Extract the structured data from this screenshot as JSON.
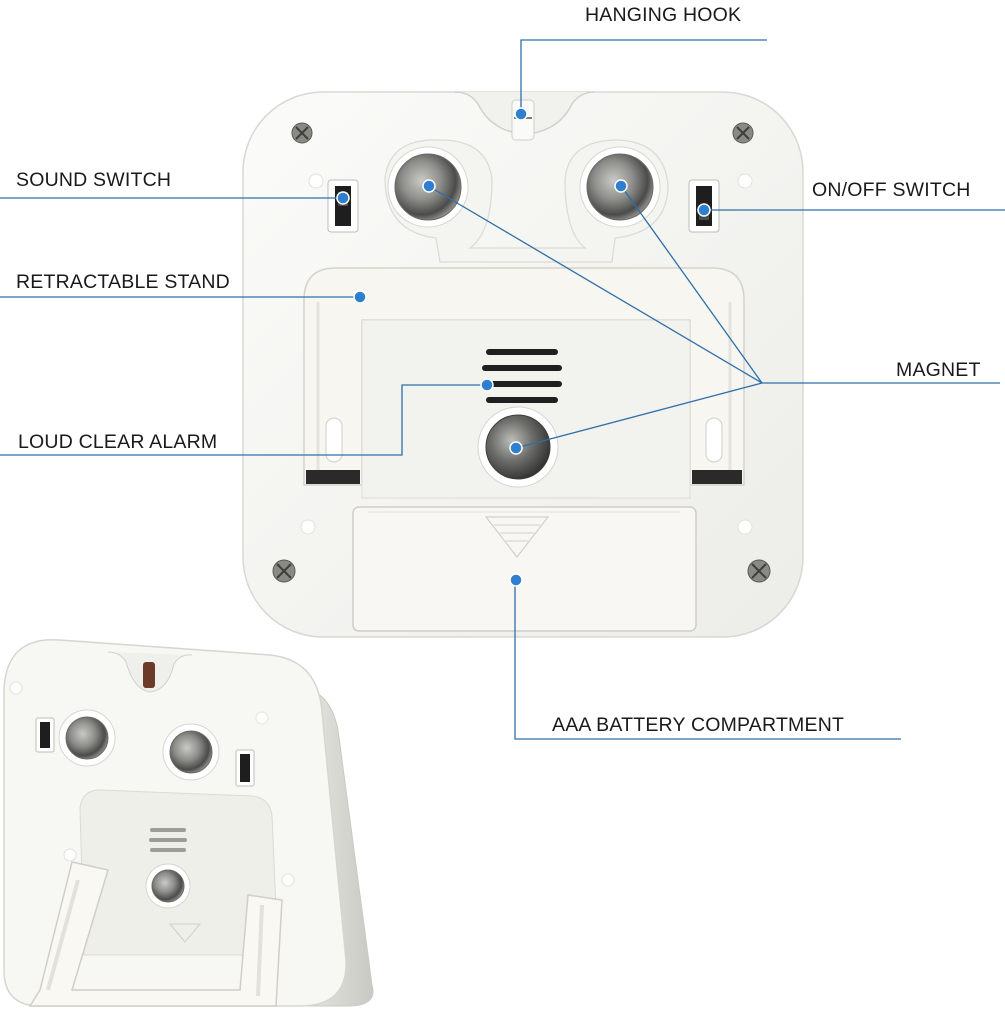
{
  "callouts": {
    "hanging_hook": "HANGING HOOK",
    "sound_switch": "SOUND SWITCH",
    "on_off_switch": "ON/OFF SWITCH",
    "retractable_stand": "RETRACTABLE STAND",
    "magnet": "MAGNET",
    "loud_clear_alarm": "LOUD CLEAR ALARM",
    "battery_compartment": "AAA BATTERY COMPARTMENT"
  },
  "colors": {
    "leader_line": "#2f6fa8",
    "callout_dot": "#2f7fd1",
    "device_body": "#f6f6f3"
  }
}
